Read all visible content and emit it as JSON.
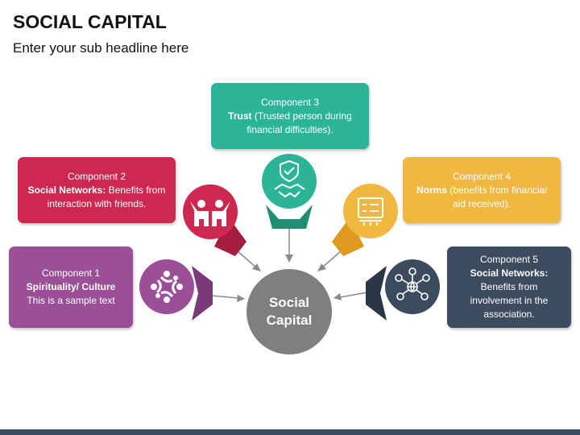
{
  "title": "SOCIAL CAPITAL",
  "subtitle": "Enter your sub headline here",
  "center": {
    "line1": "Social",
    "line2": "Capital",
    "color": "#7f7f7f"
  },
  "components": [
    {
      "heading": "Component 1",
      "bold": "Spirituality/ Culture",
      "rest": "This is  a sample text",
      "color": "#9b4f96",
      "icon": "people-circle-icon"
    },
    {
      "heading": "Component 2",
      "bold": "Social Networks:",
      "rest": " Benefits from interaction with friends.",
      "color": "#cc2850",
      "icon": "friends-icon"
    },
    {
      "heading": "Component 3",
      "bold": "Trust",
      "rest": " (Trusted person during financial difficulties).",
      "color": "#2bb596",
      "icon": "handshake-shield-icon"
    },
    {
      "heading": "Component 4",
      "bold": "Norms",
      "rest": " (benefits from financial aid received).",
      "color": "#f0b840",
      "icon": "presentation-board-icon"
    },
    {
      "heading": "Component 5",
      "bold": "Social Networks:",
      "rest": "Benefits from involvement in the association.",
      "color": "#3d4b5f",
      "icon": "network-icon"
    }
  ]
}
